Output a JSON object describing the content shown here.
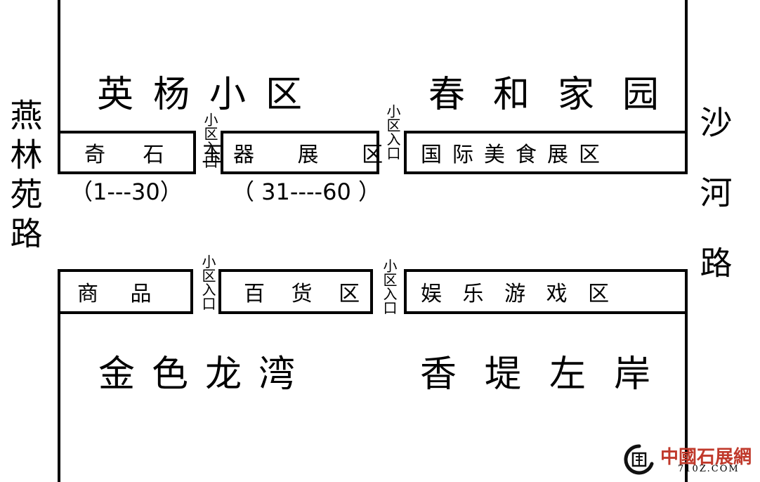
{
  "roads": {
    "left": "燕林苑路",
    "right": "沙河路"
  },
  "communities": {
    "top_left": "英杨小区",
    "top_right": "春和家园",
    "bottom_left": "金色龙湾",
    "bottom_right": "香堤左岸"
  },
  "booths": {
    "top": [
      {
        "label": "奇 石 玉",
        "range": "（1---30）"
      },
      {
        "label": "器 展 区",
        "range": "（ 31----60 ）"
      },
      {
        "label": "国际美食展区"
      }
    ],
    "bottom": [
      {
        "label": "商 品"
      },
      {
        "label": "百 货 区"
      },
      {
        "label": "娱 乐 游 戏 区"
      }
    ]
  },
  "entrances": {
    "label": "小区入口"
  },
  "logo": {
    "name": "中國石展網",
    "domain": "710Z.COM"
  }
}
